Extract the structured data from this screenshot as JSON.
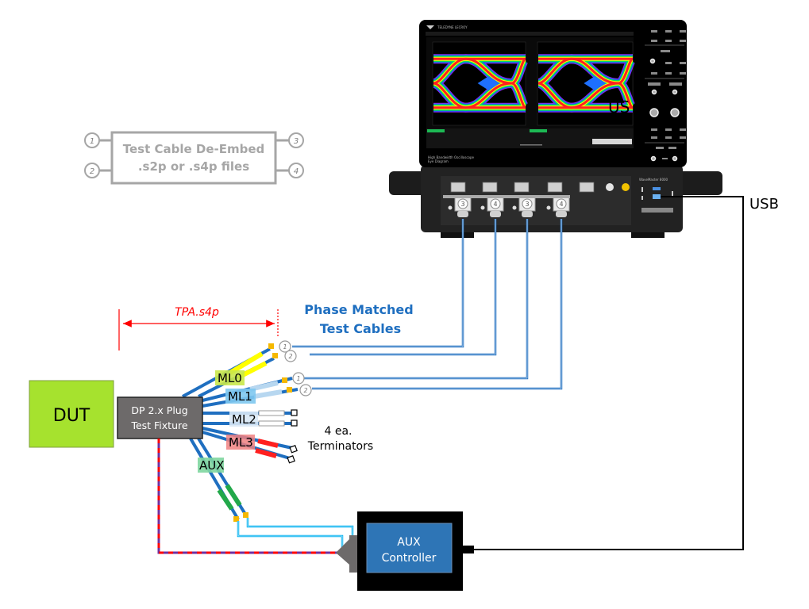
{
  "deembed_box": {
    "line1": "Test Cable De-Embed",
    "line2": ".s2p or .s4p files",
    "ports": [
      "1",
      "2",
      "3",
      "4"
    ],
    "color": "#a6a6a6"
  },
  "oscilloscope": {
    "brand": "TELEDYNE LECROY",
    "model": "WaveMaster 8000",
    "screen_caption_1": "High Bandwidth Oscilloscope",
    "screen_caption_2": "Eye Diagram",
    "overlay_text": "US",
    "channel_inputs": [
      "3",
      "4",
      "3",
      "4"
    ]
  },
  "usb_label": "USB",
  "cables_label": {
    "line1": "Phase Matched",
    "line2": "Test Cables",
    "color": "#1f6fc0"
  },
  "tpa_label": "TPA.s4p",
  "tpa_color": "#ff0000",
  "cable_port_labels": [
    "1",
    "2",
    "1",
    "2"
  ],
  "dut": {
    "label": "DUT",
    "color": "#a6e22e"
  },
  "fixture": {
    "line1": "DP 2.x Plug",
    "line2": "Test Fixture",
    "color": "#6d6a6a"
  },
  "lanes": [
    {
      "label": "ML0",
      "highlight": "#ffff00"
    },
    {
      "label": "ML1",
      "highlight": "#7ec8f0"
    },
    {
      "label": "ML2",
      "highlight": "#d9e8f5"
    },
    {
      "label": "ML3",
      "highlight": "#f08080"
    },
    {
      "label": "AUX",
      "highlight": "#7fd6a0"
    }
  ],
  "terminators": {
    "line1": "4 ea.",
    "line2": "Terminators"
  },
  "aux_controller": {
    "line1": "AUX",
    "line2": "Controller",
    "color": "#2e75b6"
  }
}
